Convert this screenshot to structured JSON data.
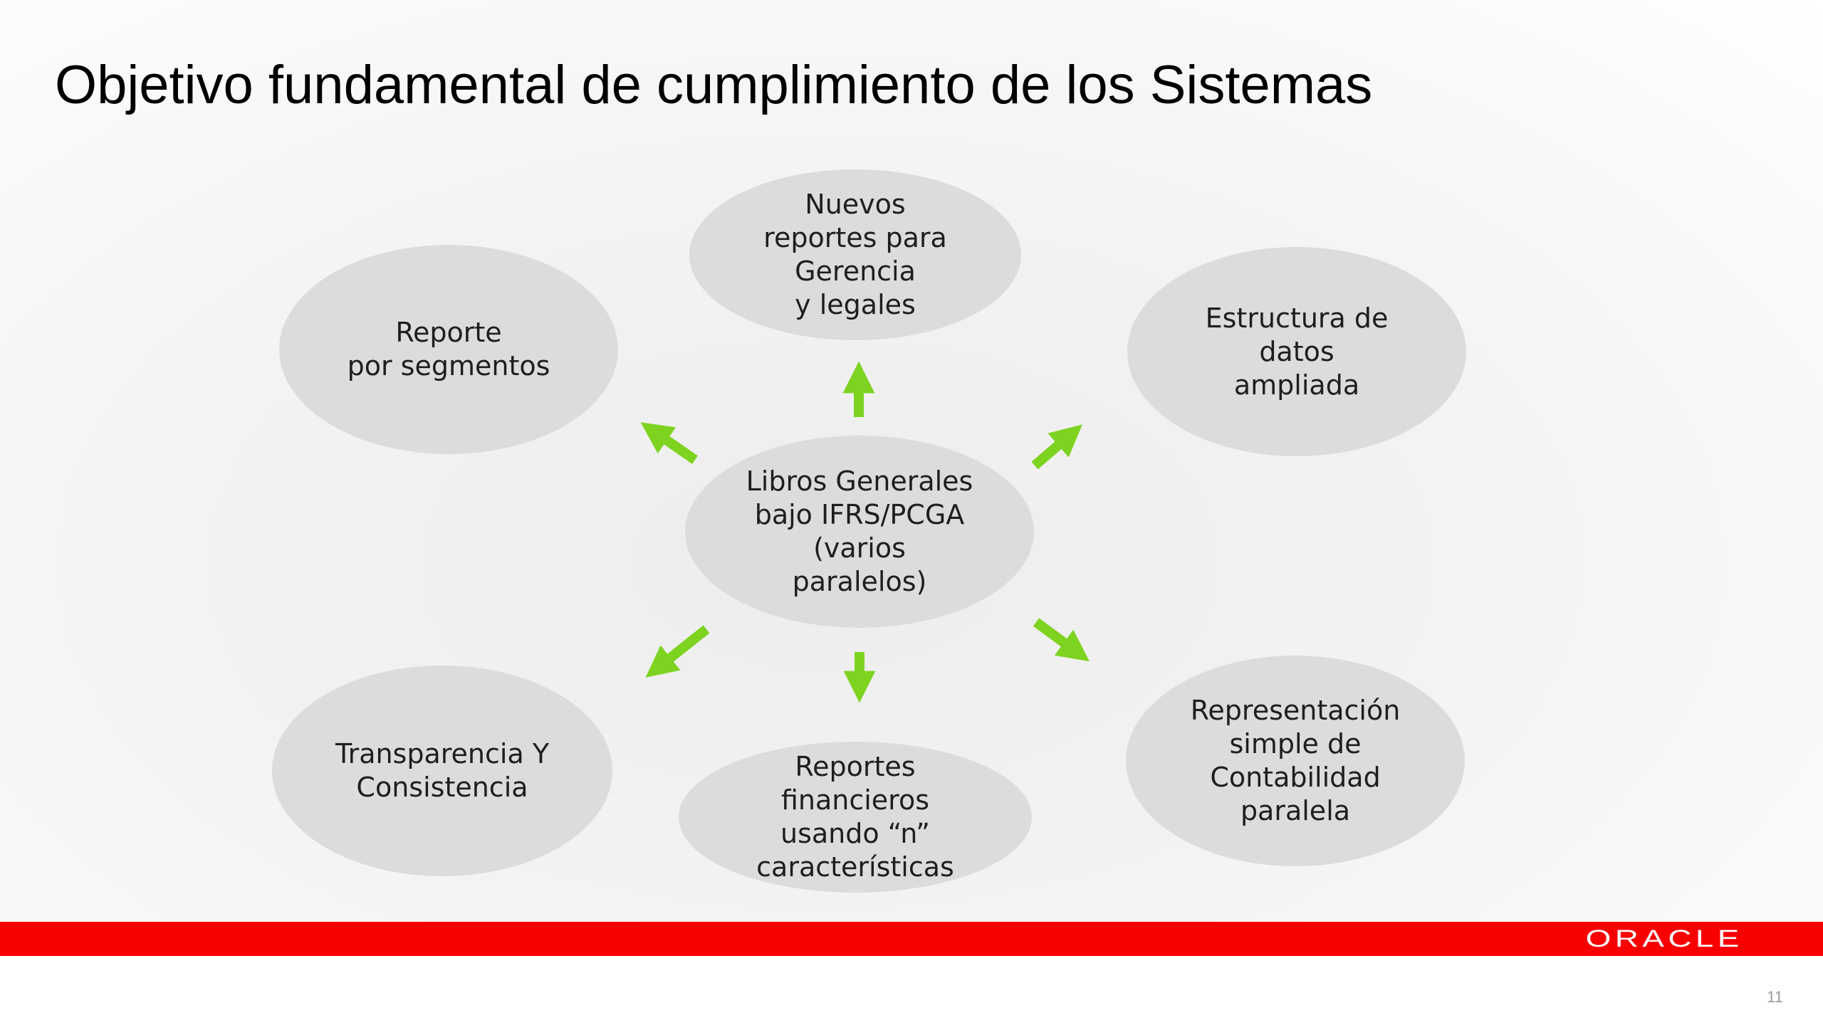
{
  "slide": {
    "title": "Objetivo fundamental de cumplimiento de los Sistemas",
    "page_number": "11",
    "logo_text": "ORACLE"
  },
  "diagram": {
    "center": "Libros Generales\nbajo IFRS/PCGA\n(varios\nparalelos)",
    "nodes": {
      "top": "Nuevos\nreportes para\nGerencia\ny legales",
      "top_left": "Reporte\npor segmentos",
      "top_right": "Estructura de\ndatos\nampliada",
      "bottom_left": "Transparencia Y\nConsistencia",
      "bottom": "Reportes\nfinancieros\nusando “n”\ncaracterísticas",
      "bottom_right": "Representación\nsimple de\nContabilidad\nparalela"
    }
  },
  "colors": {
    "ellipse_fill": "#dcdcdc",
    "arrow": "#7ed321",
    "brand_red": "#f80000"
  }
}
